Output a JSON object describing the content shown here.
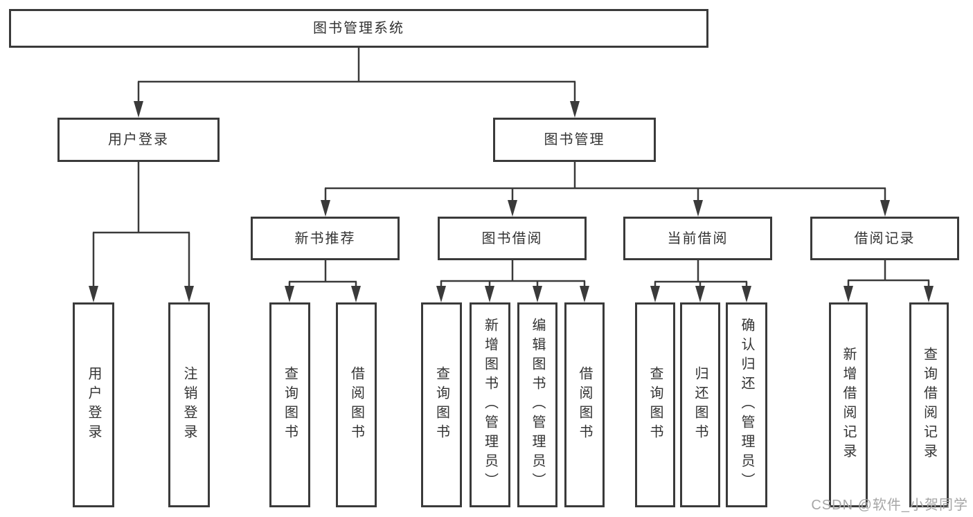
{
  "diagram": {
    "tree": {
      "root": {
        "label": "图书管理系统"
      },
      "branches": [
        {
          "label": "用户登录",
          "children": [
            {
              "label": "用户登录"
            },
            {
              "label": "注销登录"
            }
          ]
        },
        {
          "label": "图书管理",
          "children": [
            {
              "label": "新书推荐",
              "children": [
                {
                  "label": "查询图书"
                },
                {
                  "label": "借阅图书"
                }
              ]
            },
            {
              "label": "图书借阅",
              "children": [
                {
                  "label": "查询图书"
                },
                {
                  "label": "新增图书（管理员）"
                },
                {
                  "label": "编辑图书（管理员）"
                },
                {
                  "label": "借阅图书"
                }
              ]
            },
            {
              "label": "当前借阅",
              "children": [
                {
                  "label": "查询图书"
                },
                {
                  "label": "归还图书"
                },
                {
                  "label": "确认归还（管理员）"
                }
              ]
            },
            {
              "label": "借阅记录",
              "children": [
                {
                  "label": "新增借阅记录"
                },
                {
                  "label": "查询借阅记录"
                }
              ]
            }
          ]
        }
      ]
    },
    "colors": {
      "line": "#3a3a3a",
      "box_border": "#3a3a3a",
      "text": "#333333",
      "background": "#ffffff",
      "watermark": "#a6a6a6"
    }
  },
  "watermark": {
    "text": "CSDN @软件_小贺同学"
  }
}
